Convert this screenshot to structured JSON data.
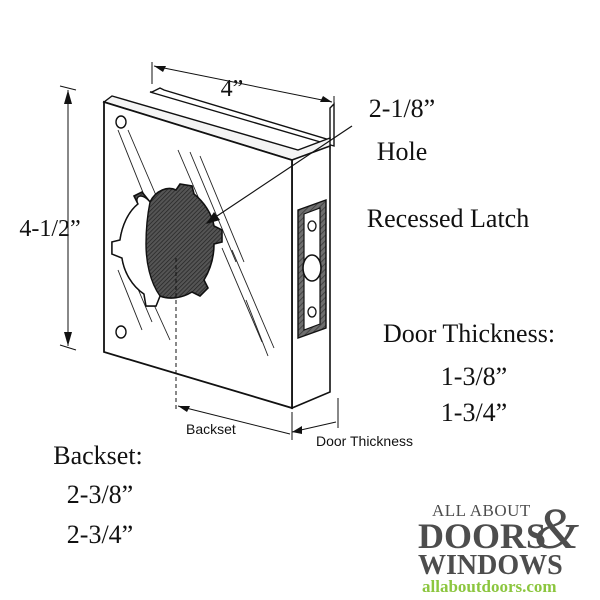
{
  "diagram": {
    "width_label": "4”",
    "height_label": "4-1/2”",
    "hole_label_line1": "2-1/8”",
    "hole_label_line2": "Hole",
    "latch_label": "Recessed Latch",
    "door_thickness_heading": "Door Thickness:",
    "door_thickness_values": [
      "1-3/8”",
      "1-3/4”"
    ],
    "backset_heading": "Backset:",
    "backset_values": [
      "2-3/8”",
      "2-3/4”"
    ],
    "backset_dim_label": "Backset",
    "door_thickness_dim_label": "Door Thickness"
  },
  "logo": {
    "line1": "ALL ABOUT",
    "line2": "DOORS",
    "ampersand": "&",
    "line3": "WINDOWS",
    "url": "allaboutdoors.com",
    "colors": {
      "dark": "#4d4d4d",
      "green": "#8cc63f"
    }
  }
}
